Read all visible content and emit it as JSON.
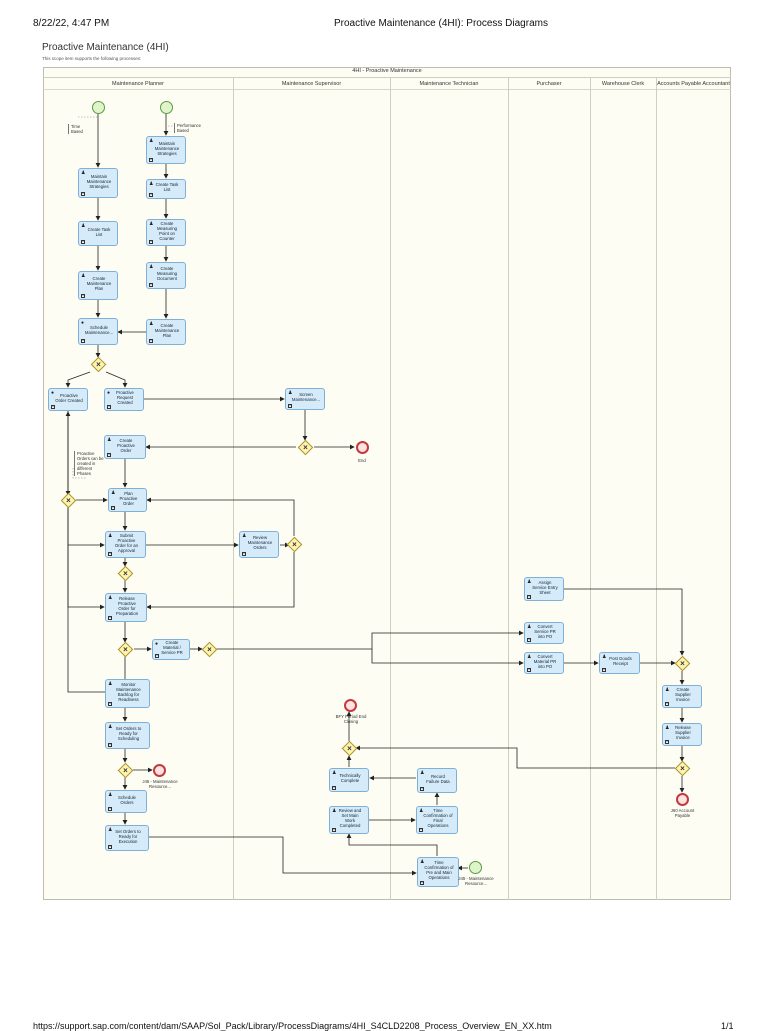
{
  "header": {
    "datetime": "8/22/22, 4:47 PM",
    "title": "Proactive Maintenance (4HI): Process Diagrams"
  },
  "diagram": {
    "title": "Proactive Maintenance (4HI)",
    "subtitle": "This scope item supports the following processes:",
    "pool": "4HI - Proactive Maintenance",
    "lanes": [
      "Maintenance Planner",
      "Maintenance Supervisor",
      "Maintenance Technician",
      "Purchaser",
      "Warehouse Clerk",
      "Accounts Payable Accountant"
    ]
  },
  "notes": {
    "time_based": "Time Based",
    "performance_based": "Performance Based",
    "proactive_orders": "Proactive Orders can be created in different Phases"
  },
  "tasks": {
    "maintain_strategies_1": "Maintain Maintenance Strategies",
    "maintain_strategies_2": "Maintain Maintenance Strategies",
    "create_task_list_1": "Create Task List",
    "create_task_list_2": "Create Task List",
    "create_measuring_point": "Create Measuring Point on Counter",
    "create_plan_1": "Create Maintenance Plan",
    "create_measuring_doc": "Create Measuring Document",
    "schedule_maintenance": "Schedule Maintenance...",
    "create_plan_2": "Create Maintenance Plan",
    "proactive_order_created": "Proactive Order Created",
    "proactive_request_created": "Proactive Request Created",
    "screen_maintenance": "Screen Maintenance...",
    "create_proactive_order": "Create Proactive Order",
    "plan_proactive_order": "Plan Proactive Order",
    "submit_proactive_order": "Submit Proactive Order for an Approval",
    "review_orders": "Review Maintenance Orders",
    "release_proactive_order": "Release Proactive Order for Preparation",
    "create_service_pr": "Create Material / Service PR",
    "assign_source": "Assign Service Entry Sheet",
    "convert_service": "Convert Service PR into PO",
    "convert_material": "Convert Material PR into PO",
    "post_goods": "Post Goods Receipt",
    "monitor_readiness": "Monitor Maintenance Backlog for Readiness",
    "create_supplier_invoice": "Create Supplier Invoice",
    "set_ready_scheduling": "Set Orders to Ready for Scheduling",
    "release_supplier_invoice": "Release Supplier Invoice",
    "schedule_orders": "Schedule Orders",
    "technically_complete": "Technically Complete",
    "record_failure": "Record Failure Data",
    "review_set_work": "Review and Set Main Work Completed",
    "time_confirmation_final": "Time Confirmation of Final Operations",
    "set_ready_execution": "Set Orders to Ready for Execution",
    "time_confirmation_pre": "Time Confirmation of Pre and Main Operations"
  },
  "events": {
    "end": "End",
    "bfy_end": "BFY Period End Closing",
    "j45_end": "J45 - Maintenance Resource...",
    "j60": "J60 Account Payable",
    "j45_start": "J45 - Maintenance Resource..."
  },
  "gateway_symbol": "×",
  "footer": {
    "url": "https://support.sap.com/content/dam/SAAP/Sol_Pack/Library/ProcessDiagrams/4HI_S4CLD2208_Process_Overview_EN_XX.htm",
    "page": "1/1"
  }
}
